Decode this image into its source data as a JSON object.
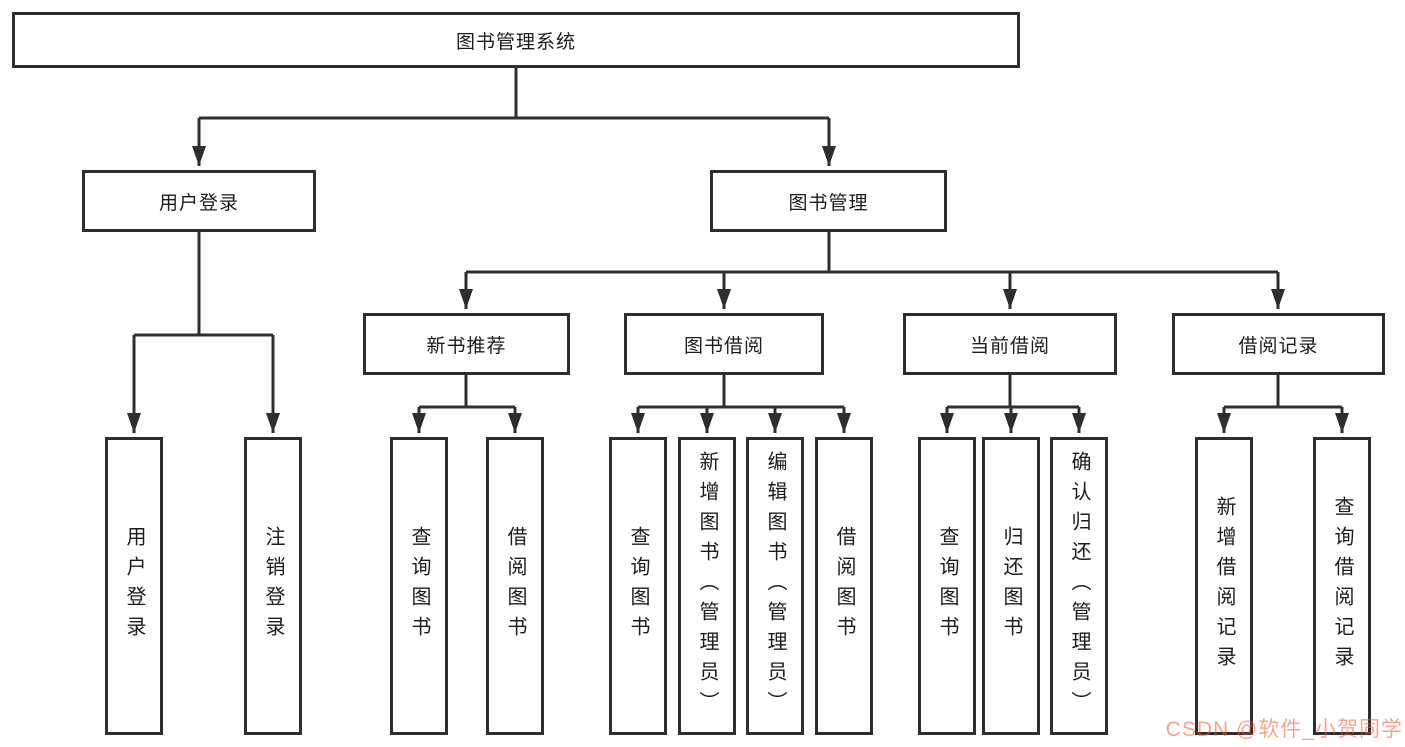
{
  "tree": {
    "root": {
      "label": "图书管理系统"
    },
    "branches": [
      {
        "label": "用户登录",
        "leaves": [
          {
            "label": "用户登录"
          },
          {
            "label": "注销登录"
          }
        ]
      },
      {
        "label": "图书管理",
        "groups": [
          {
            "label": "新书推荐",
            "leaves": [
              {
                "label": "查询图书"
              },
              {
                "label": "借阅图书"
              }
            ]
          },
          {
            "label": "图书借阅",
            "leaves": [
              {
                "label": "查询图书"
              },
              {
                "label": "新增图书（管理员）"
              },
              {
                "label": "编辑图书（管理员）"
              },
              {
                "label": "借阅图书"
              }
            ]
          },
          {
            "label": "当前借阅",
            "leaves": [
              {
                "label": "查询图书"
              },
              {
                "label": "归还图书"
              },
              {
                "label": "确认归还（管理员）"
              }
            ]
          },
          {
            "label": "借阅记录",
            "leaves": [
              {
                "label": "新增借阅记录"
              },
              {
                "label": "查询借阅记录"
              }
            ]
          }
        ]
      }
    ]
  },
  "watermark": {
    "text": "CSDN @软件_小贺同学"
  },
  "colors": {
    "line": "#2e2e2e",
    "text": "#1c1c1c",
    "background": "#ffffff",
    "watermark": "#fc5531"
  }
}
